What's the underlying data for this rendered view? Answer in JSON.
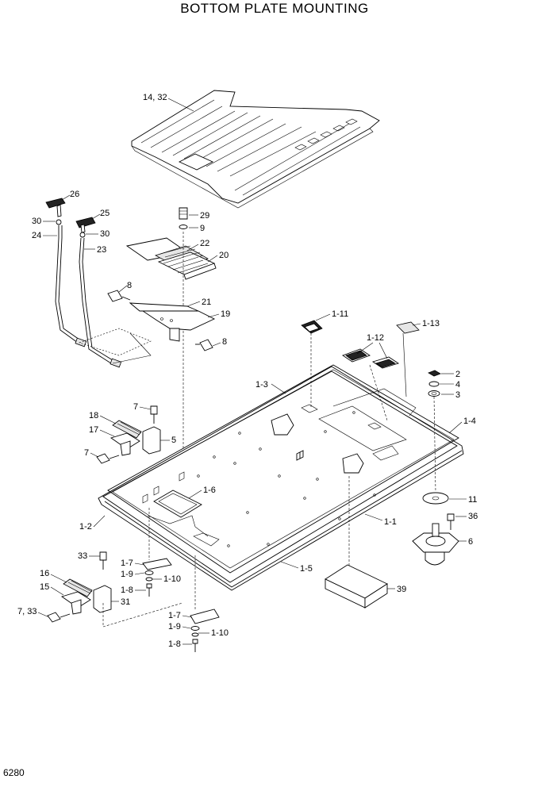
{
  "title": "BOTTOM PLATE MOUNTING",
  "page_number": "6280",
  "callouts": {
    "c14_32": "14, 32",
    "c26": "26",
    "c25": "25",
    "c30a": "30",
    "c30b": "30",
    "c24": "24",
    "c23": "23",
    "c29": "29",
    "c9": "9",
    "c22": "22",
    "c20": "20",
    "c8a": "8",
    "c21": "21",
    "c19": "19",
    "c8b": "8",
    "c1_11": "1-11",
    "c1_13": "1-13",
    "c1_12": "1-12",
    "c2": "2",
    "c4": "4",
    "c3": "3",
    "c1_3": "1-3",
    "c1_4": "1-4",
    "c7a": "7",
    "c18": "18",
    "c17": "17",
    "c5": "5",
    "c7b": "7",
    "c1_6": "1-6",
    "c11": "11",
    "c1_2": "1-2",
    "c1_1": "1-1",
    "c36": "36",
    "c6": "6",
    "c33": "33",
    "c1_7a": "1-7",
    "c1_9a": "1-9",
    "c1_10a": "1-10",
    "c1_5": "1-5",
    "c16": "16",
    "c15": "15",
    "c1_8a": "1-8",
    "c31": "31",
    "c39": "39",
    "c7_33": "7, 33",
    "c1_7b": "1-7",
    "c1_9b": "1-9",
    "c1_10b": "1-10",
    "c1_8b": "1-8"
  }
}
